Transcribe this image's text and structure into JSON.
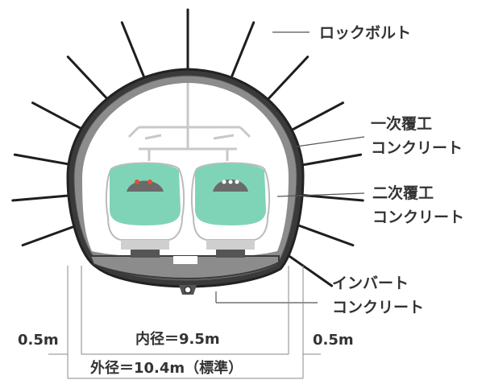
{
  "labels": {
    "rock_bolt": "ロックボルト",
    "primary_lining_1": "一次覆工",
    "primary_lining_2": "コンクリート",
    "secondary_lining_1": "二次覆工",
    "secondary_lining_2": "コンクリート",
    "invert_1": "インバート",
    "invert_2": "コンクリート",
    "inner_diameter": "内径＝9.5m",
    "outer_diameter": "外径＝10.4m（標準）",
    "left_thickness": "0.5m",
    "right_thickness": "0.5m"
  },
  "colors": {
    "lining_outer": "#2f2f2f",
    "lining_fill": "#8a8a8a",
    "bolt": "#1e1e1e",
    "train_green": "#7fd4b8",
    "train_body": "#ffffff",
    "label_text": "#333333",
    "leader_line": "#555555"
  }
}
